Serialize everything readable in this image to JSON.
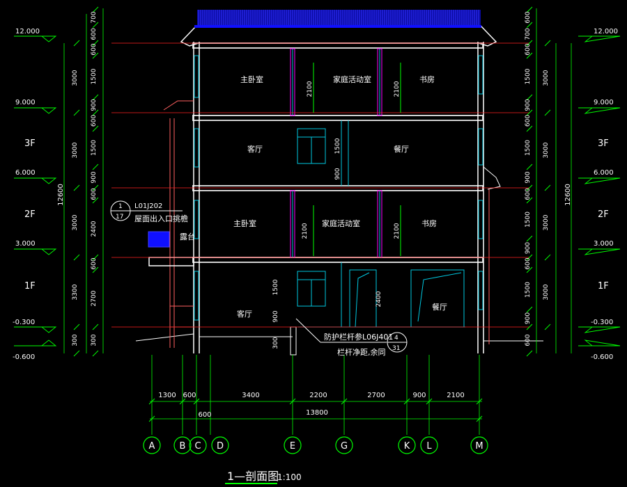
{
  "colors": {
    "bg": "#000000",
    "dim": "#00ff00",
    "wall": "#ffffff",
    "slab": "#c8c8c8",
    "level_line": "#ff2020",
    "window": "#00c8e0",
    "door": "#ff00ff",
    "roof": "#1010ff",
    "text": "#ffffff",
    "label": "#e8e8e8",
    "axis_circle": "#00ff00"
  },
  "title": {
    "main": "1—剖面图",
    "scale": "1:100"
  },
  "levels": [
    "12.000",
    "9.000",
    "6.000",
    "3.000",
    "-0.300",
    "-0.600"
  ],
  "floors": [
    "3F",
    "2F",
    "1F"
  ],
  "total_height": "12600",
  "left_dims_outer": [
    "3000",
    "3000",
    "3000",
    "3300",
    "300"
  ],
  "left_dims_inner": [
    "700",
    "600",
    "600",
    "1500",
    "900",
    "600",
    "1500",
    "900",
    "600",
    "2400",
    "600",
    "2700",
    "300"
  ],
  "right_dims_inner": [
    "600",
    "700",
    "600",
    "1500",
    "900",
    "600",
    "1500",
    "900",
    "600",
    "1500",
    "900",
    "600",
    "1500",
    "900",
    "600"
  ],
  "right_dims_outer": [
    "3000",
    "3000",
    "3000",
    "3000"
  ],
  "rooms": {
    "f3": [
      "主卧室",
      "家庭活动室",
      "书房"
    ],
    "f2": [
      "客厅",
      "餐厅"
    ],
    "f1": [
      "主卧室",
      "家庭活动室",
      "书房"
    ],
    "gf": [
      "客厅",
      "餐厅"
    ]
  },
  "door_dims": [
    "2100",
    "2100",
    "2100",
    "2100"
  ],
  "window_dims": [
    "1500",
    "900",
    "1500",
    "900",
    "2400",
    "300"
  ],
  "annotations": {
    "ref1_top": "1",
    "ref1_bottom": "17",
    "ref1_code": "L01J202",
    "roof_exit": "屋面出入口挑檐",
    "terrace": "露台",
    "railing": "防护栏杆参L06J401",
    "ref2_top": "4",
    "ref2_bottom": "31",
    "railing_note": "栏杆净距,余同"
  },
  "bottom_dims": [
    "1300",
    "600",
    "3400",
    "2200",
    "2700",
    "900",
    "2100"
  ],
  "bottom_dim_extra": "600",
  "bottom_total": "13800",
  "axes": [
    "A",
    "B",
    "C",
    "D",
    "E",
    "G",
    "K",
    "L",
    "M"
  ]
}
